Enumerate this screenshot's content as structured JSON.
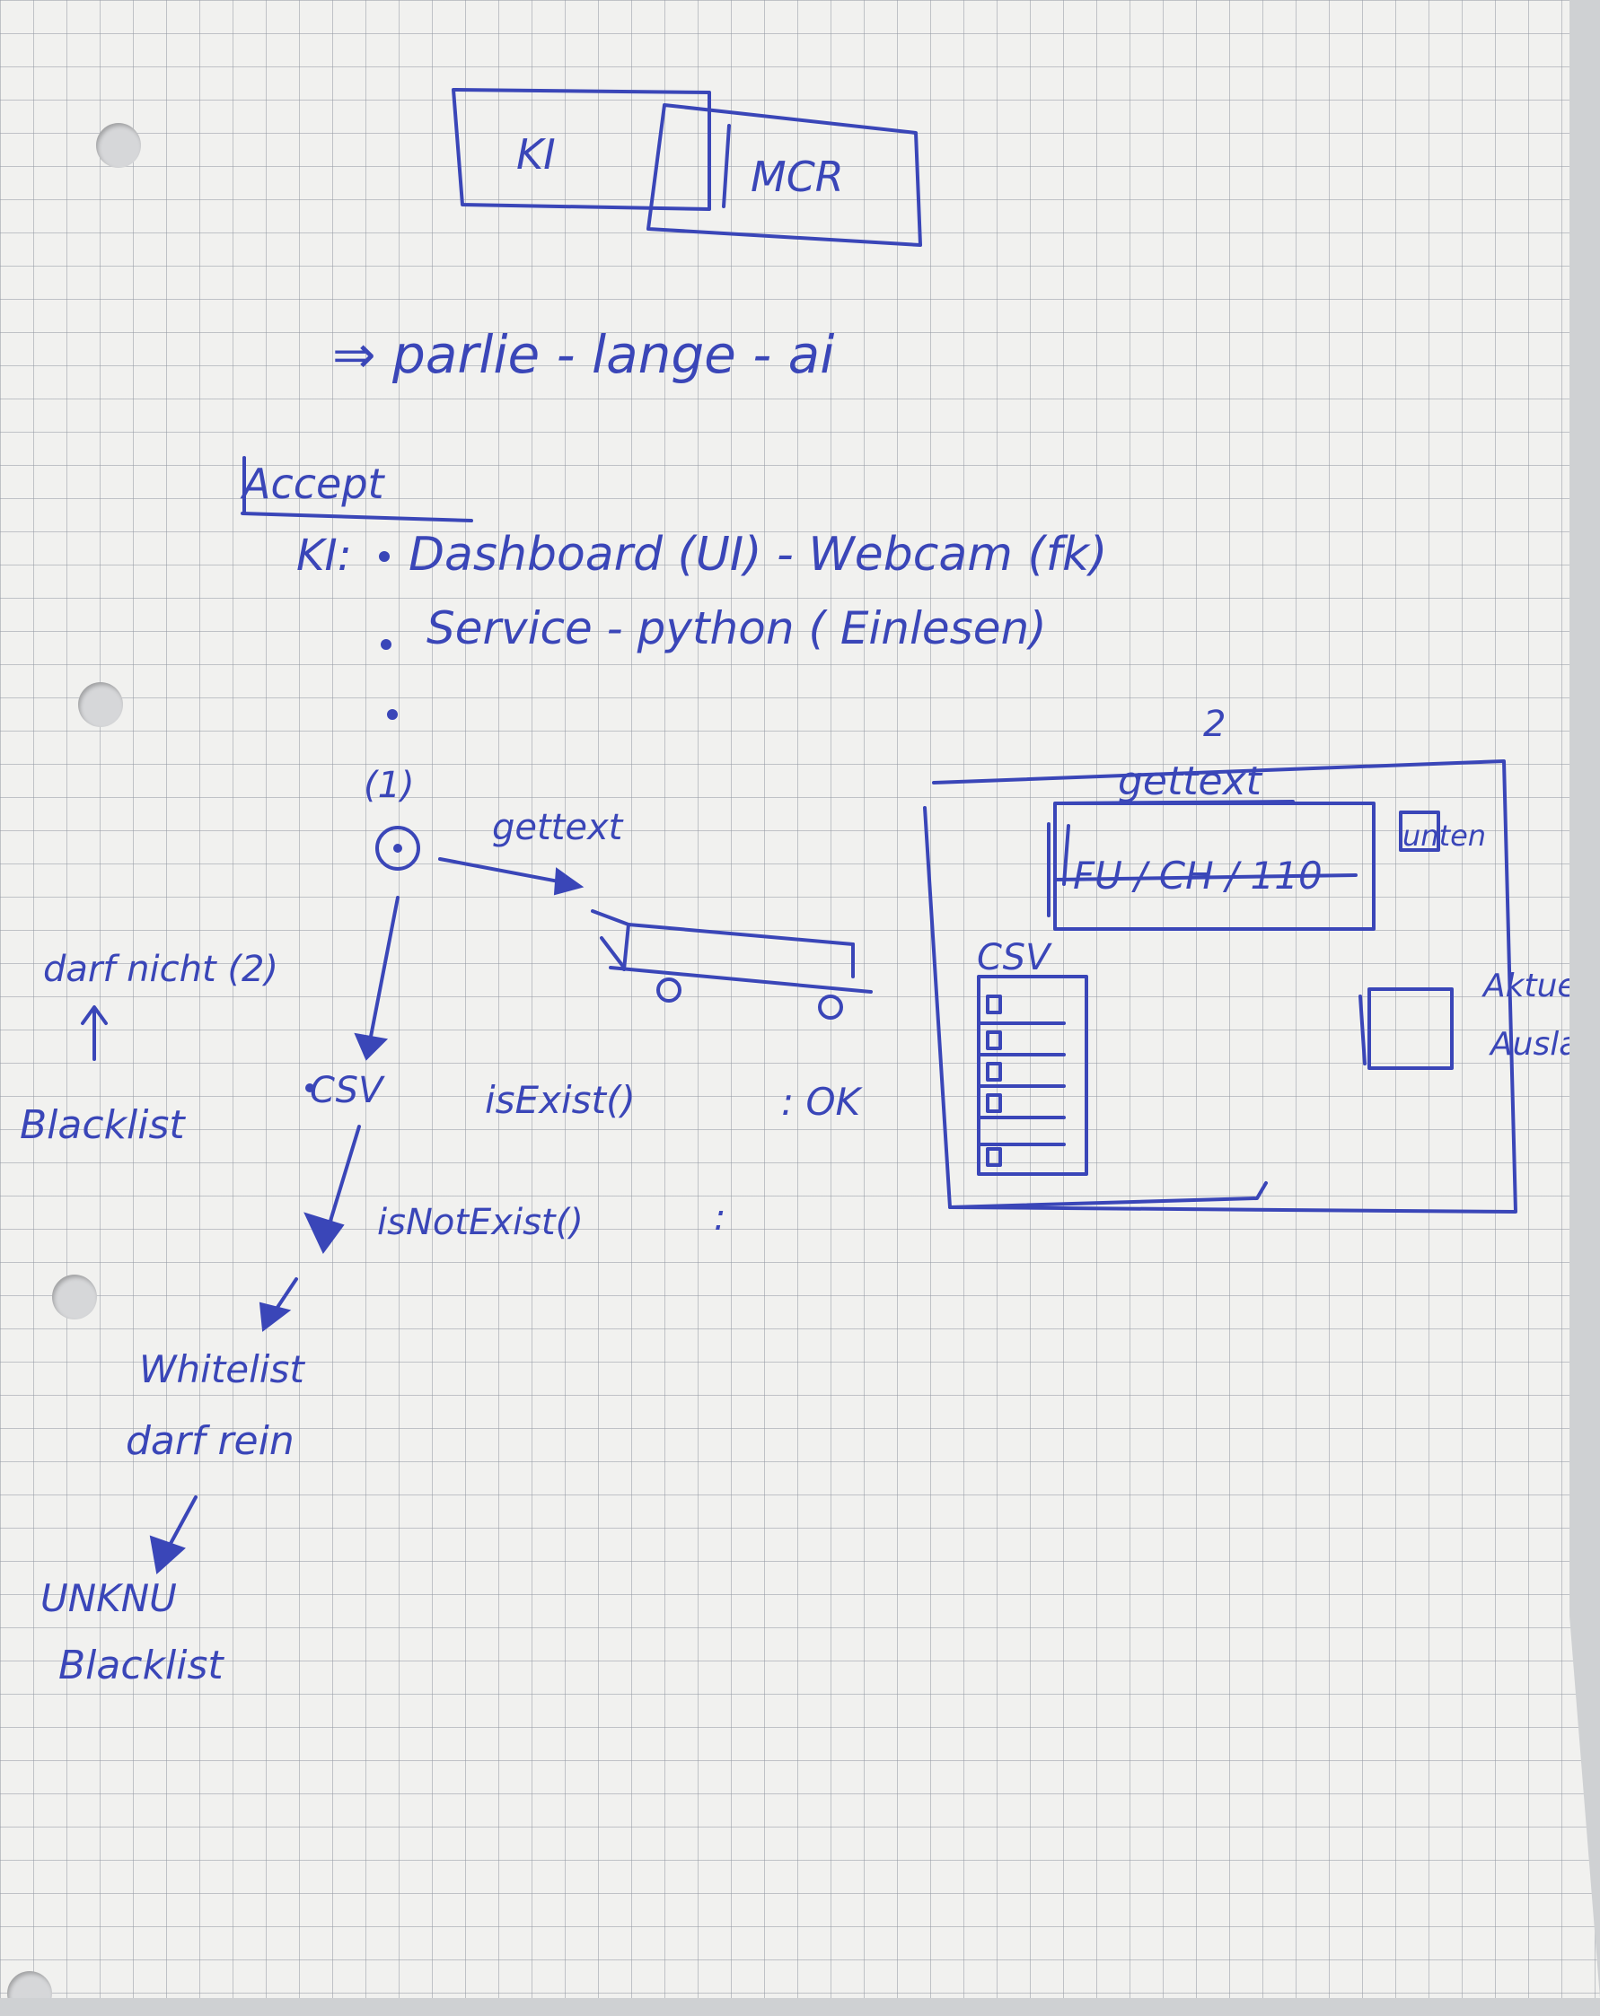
{
  "top": {
    "box_left": "KI",
    "box_right": "MCR"
  },
  "heading": "⇒ parlie - lange - ai",
  "section": "Accept",
  "ki_prefix": "KI:",
  "bullets": [
    "Dashboard (UI) - Webcam (fk)",
    "Service - python ( Einlesen)"
  ],
  "step_marker": "(1)",
  "flow": {
    "gettext": "gettext",
    "csv": "CSV",
    "is_exist": "isExist()",
    "ok": ": OK",
    "is_not_exist": "isNotExist()",
    "colon": ":",
    "left_top": "darf nicht (2)",
    "blacklist": "Blacklist",
    "whitelist": "Whitelist",
    "darf_rein": "darf rein",
    "unknown": "UNKNU",
    "blacklist2": "Blacklist"
  },
  "ui_box": {
    "number": "2",
    "title": "gettext",
    "plate": "FU / CH / 110",
    "unten_button": "unten",
    "csv_label": "CSV",
    "side_text_1": "Aktuell",
    "side_text_2": "Auslas"
  }
}
